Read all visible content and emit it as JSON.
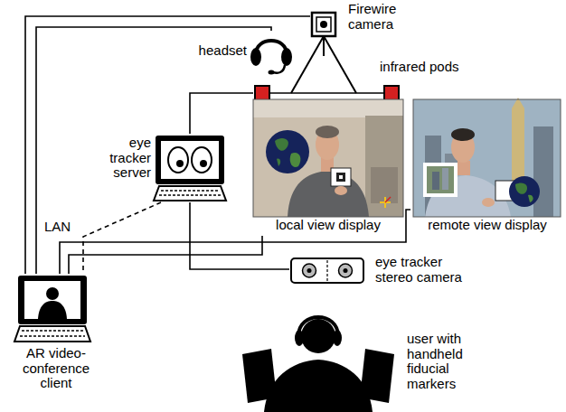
{
  "diagram": {
    "nodes": [
      {
        "text": [
          "Firewire camera"
        ]
      },
      {
        "text": [
          "headset"
        ]
      },
      {
        "text": [
          "infrared pods"
        ]
      },
      {
        "text": [
          "eye tracker server"
        ]
      },
      {
        "text": [
          "local view display"
        ]
      },
      {
        "text": [
          "remote view display"
        ]
      },
      {
        "text": [
          "eye tracker stereo camera"
        ]
      },
      {
        "text": [
          "AR video-conference client"
        ]
      },
      {
        "text": [
          "user with handheld fiducial markers"
        ]
      }
    ],
    "edges": [
      {
        "from": 7,
        "to": 0,
        "arrow": "none"
      },
      {
        "from": 7,
        "to": 1,
        "arrow": "none"
      },
      {
        "from": 3,
        "to": 2,
        "arrow": "none"
      },
      {
        "from": 3,
        "to": 7,
        "arrow": "none",
        "label": "LAN"
      },
      {
        "from": 7,
        "to": 4,
        "arrow": "none"
      },
      {
        "from": 7,
        "to": 5,
        "arrow": "none"
      },
      {
        "from": 3,
        "to": 6,
        "arrow": "none"
      }
    ]
  }
}
